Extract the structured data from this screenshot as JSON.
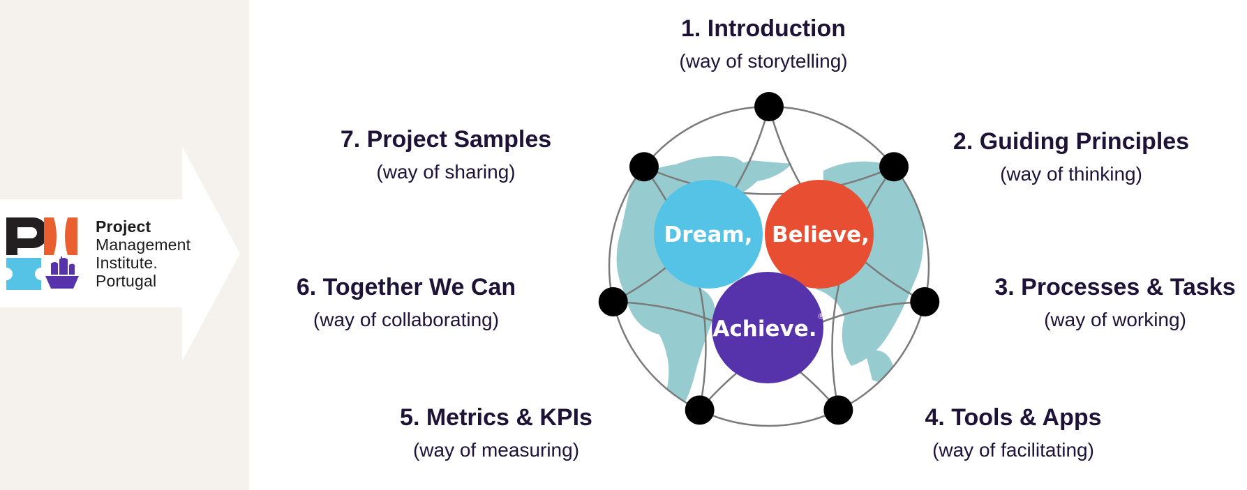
{
  "logo": {
    "lines": [
      "Project",
      "Management",
      "Institute.",
      "Portugal"
    ],
    "colors": {
      "p": "#231f20",
      "orange": "#e95f2f",
      "blue": "#55c3e5",
      "purple": "#5633aa"
    }
  },
  "center": {
    "dream": "Dream,",
    "believe": "Believe,",
    "achieve": "Achieve.",
    "registered": "®",
    "colors": {
      "dream": "#55c3e5",
      "believe": "#e84e31",
      "achieve": "#5633aa",
      "land": "#96cbcf"
    }
  },
  "items": [
    {
      "title": "1. Introduction",
      "subtitle": "(way of storytelling)"
    },
    {
      "title": "2. Guiding Principles",
      "subtitle": "(way of thinking)"
    },
    {
      "title": "3. Processes & Tasks",
      "subtitle": "(way of working)"
    },
    {
      "title": "4. Tools & Apps",
      "subtitle": "(way of facilitating)"
    },
    {
      "title": "5. Metrics & KPIs",
      "subtitle": "(way of measuring)"
    },
    {
      "title": "6. Together We Can",
      "subtitle": "(way of collaborating)"
    },
    {
      "title": "7. Project Samples",
      "subtitle": "(way of sharing)"
    }
  ]
}
